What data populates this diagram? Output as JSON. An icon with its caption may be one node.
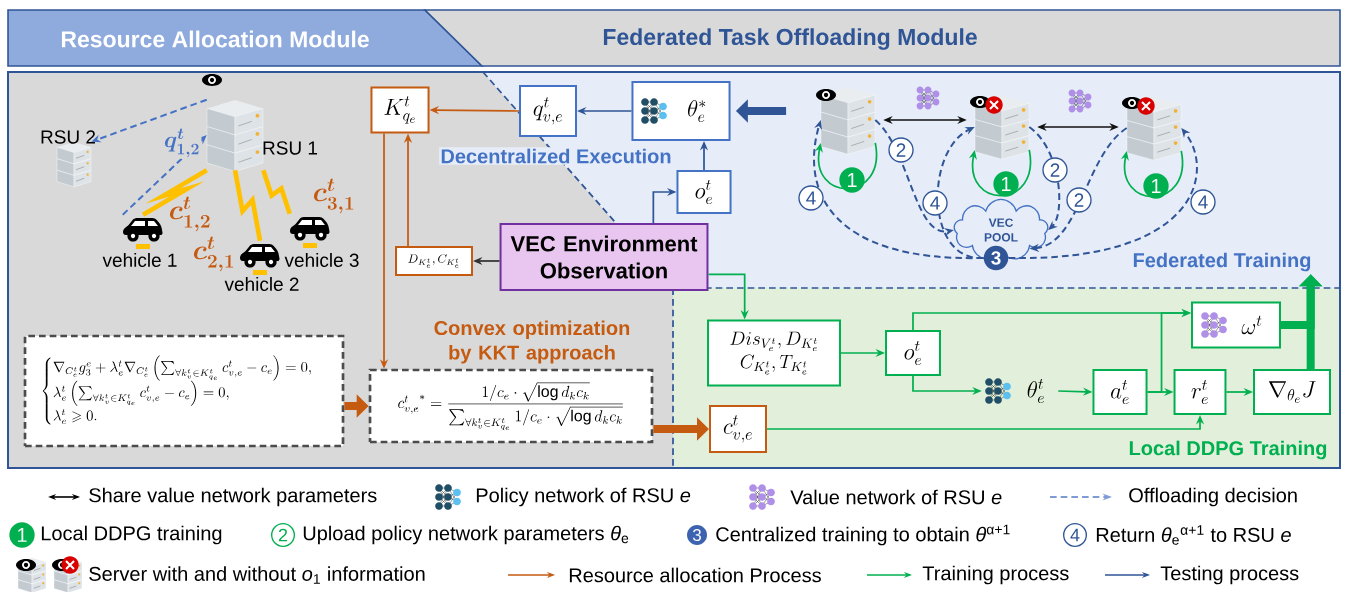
{
  "diagram": {
    "nodes": [
      {
        "text": [
          "Resource Allocation Module"
        ]
      },
      {
        "text": [
          "Federated Task Offloading Module"
        ]
      },
      {
        "text": [],
        "shape": "picture",
        "beside": [
          "RSU 2"
        ]
      },
      {
        "text": [],
        "shape": "picture",
        "beside": [
          "RSU 1"
        ]
      },
      {
        "text": [],
        "shape": "picture",
        "beside": [
          "vehicle 1"
        ]
      },
      {
        "text": [],
        "shape": "picture",
        "beside": [
          "vehicle 2"
        ]
      },
      {
        "text": [],
        "shape": "picture",
        "beside": [
          "vehicle 3"
        ]
      },
      {
        "text": [
          "K^{t}_{q_e}"
        ]
      },
      {
        "text": [
          "q^{t}_{v,e}"
        ]
      },
      {
        "text": [
          "\\theta^{*}_{e}"
        ]
      },
      {
        "text": [
          "o^{t}_{e}"
        ]
      },
      {
        "text": [
          "VEC Environment Observation"
        ]
      },
      {
        "text": [
          "D_{K^t_e}, C_{K^t_e}"
        ]
      },
      {
        "text": [
          "\\begin{cases}\\nabla_{C^t_e} g^e_3+\\lambda^t_e\\nabla_{C^t_e}\\left(\\sum_{\\forall k^t_v\\in K^t_{q_e}} c^t_{v,e}-c_e\\right)=0,\\\\ \\lambda^t_e\\left(\\sum_{\\forall k^t_v\\in K^t_{q_e}} c^t_{v,e}-c_e\\right)=0,\\\\ \\lambda^t_e\\geqslant 0.\\end{cases}"
        ]
      },
      {
        "text": [
          "{c^{t}_{v,e}}^{*}=\\dfrac{1/c_e\\cdot\\sqrt{\\log d_k c_k}}{\\sum_{\\forall k^t_v\\in K^t_{q_e}} 1/c_e\\cdot\\sqrt{\\log d_k c_k}}"
        ]
      },
      {
        "text": [
          "c^{t}_{v,e}"
        ]
      },
      {
        "text": [
          "Dis_{V^t_e}, D_{K^t_e}",
          "C_{K^t_e}, T_{K^t_e}"
        ]
      },
      {
        "text": [
          "o^{t}_{e}"
        ]
      },
      {
        "text": [
          "\\theta^{t}_{e}"
        ]
      },
      {
        "text": [
          "a^{t}_{e}"
        ]
      },
      {
        "text": [
          "r^{t}_{e}"
        ]
      },
      {
        "text": [
          "\\nabla_{\\theta_e} J"
        ]
      },
      {
        "text": [
          "\\omega^{t}"
        ]
      },
      {
        "text": [],
        "shape": "picture"
      },
      {
        "text": [],
        "shape": "picture"
      },
      {
        "text": [],
        "shape": "picture"
      },
      {
        "text": [
          "VEC POOL"
        ]
      },
      {
        "text": [
          "3"
        ]
      },
      {
        "text": [
          "Federated Training"
        ]
      }
    ],
    "edges": [
      {
        "from": 3,
        "to": 2,
        "arrow": "to",
        "label": "q^{t}_{1,2}",
        "style": "dashed",
        "color": "#4472c4"
      },
      {
        "from": 4,
        "to": 3,
        "arrow": "to",
        "style": "dashed",
        "color": "#4472c4"
      },
      {
        "from": 8,
        "to": 7,
        "arrow": "to",
        "color": "#c55a11"
      },
      {
        "from": 12,
        "to": 7,
        "arrow": "to",
        "color": "#c55a11"
      },
      {
        "from": 11,
        "to": 12,
        "arrow": "to",
        "color": "#333333"
      },
      {
        "from": 11,
        "to": 10,
        "arrow": "to",
        "color": "#2f5597"
      },
      {
        "from": 10,
        "to": 9,
        "arrow": "to",
        "color": "#2f5597"
      },
      {
        "from": 9,
        "to": 8,
        "arrow": "to",
        "color": "#2f5597"
      },
      {
        "from": 7,
        "to": 14,
        "arrow": "to",
        "color": "#c55a11"
      },
      {
        "from": 13,
        "to": 14,
        "arrow": "to",
        "style": "thick",
        "color": "#c55a11"
      },
      {
        "from": 14,
        "to": 15,
        "arrow": "to",
        "style": "thick",
        "color": "#c55a11"
      },
      {
        "from": 11,
        "to": 16,
        "arrow": "to"
      },
      {
        "from": 16,
        "to": 17,
        "arrow": "to"
      },
      {
        "from": 17,
        "to": 22,
        "arrow": "to"
      },
      {
        "from": 17,
        "to": 18,
        "arrow": "to"
      },
      {
        "from": 18,
        "to": 19,
        "arrow": "to"
      },
      {
        "from": 19,
        "to": 20,
        "arrow": "to"
      },
      {
        "from": 19,
        "to": 22,
        "arrow": "to"
      },
      {
        "from": 15,
        "to": 20,
        "arrow": "to"
      },
      {
        "from": 20,
        "to": 21,
        "arrow": "to"
      },
      {
        "from": 21,
        "to": 28,
        "arrow": "to",
        "style": "thick"
      },
      {
        "from": 22,
        "to": 28,
        "arrow": "to",
        "style": "thick"
      },
      {
        "from": 23,
        "to": 9,
        "arrow": "to",
        "style": "thick",
        "color": "#2f5597"
      },
      {
        "from": 23,
        "to": 24,
        "arrow": "both",
        "color": "#111111"
      },
      {
        "from": 24,
        "to": 25,
        "arrow": "both",
        "color": "#111111"
      },
      {
        "from": 23,
        "to": 23,
        "arrow": "to",
        "label": "1"
      },
      {
        "from": 24,
        "to": 24,
        "arrow": "to",
        "label": "1"
      },
      {
        "from": 25,
        "to": 25,
        "arrow": "to",
        "label": "1"
      },
      {
        "from": 23,
        "to": 26,
        "arrow": "to",
        "label": "2",
        "style": "dashed",
        "color": "#2f5597"
      },
      {
        "from": 24,
        "to": 26,
        "arrow": "to",
        "label": "2",
        "style": "dashed",
        "color": "#2f5597"
      },
      {
        "from": 25,
        "to": 26,
        "arrow": "to",
        "label": "2",
        "style": "dashed",
        "color": "#2f5597"
      },
      {
        "from": 27,
        "to": 23,
        "arrow": "to",
        "label": "4",
        "style": "dashed",
        "color": "#2f5597"
      },
      {
        "from": 27,
        "to": 24,
        "arrow": "to",
        "label": "4",
        "style": "dashed",
        "color": "#2f5597"
      },
      {
        "from": 27,
        "to": 25,
        "arrow": "to",
        "label": "4",
        "style": "dashed",
        "color": "#2f5597"
      },
      {
        "from": 4,
        "to": 3,
        "arrow": "none",
        "label": "c^{t}_{1,2}",
        "style": "thick",
        "color": "#ffc000"
      },
      {
        "from": 5,
        "to": 3,
        "arrow": "none",
        "label": "c^{t}_{2,1}",
        "style": "thick",
        "color": "#ffc000"
      },
      {
        "from": 6,
        "to": 3,
        "arrow": "none",
        "label": "c^{t}_{3,1}",
        "style": "thick",
        "color": "#ffc000"
      }
    ],
    "labels": [
      "Decentralized Execution",
      "Convex optimization by KKT approach",
      "Local DDPG Training",
      "1",
      "2",
      "3",
      "4"
    ],
    "legend": [
      {
        "text": "Share value network parameters"
      },
      {
        "text": "Policy network of RSU *e*"
      },
      {
        "text": "Value network of RSU *e*"
      },
      {
        "text": "Offloading decision"
      },
      {
        "text": "Local DDPG training"
      },
      {
        "text": "Upload policy network parameters *θ*$_{e}$"
      },
      {
        "text": "Centralized training to obtain *θ*$^{α+1}$"
      },
      {
        "text": "Return *θ*$_{e}$$^{α+1}$ to RSU *e*"
      },
      {
        "text": "Server with and without *o*$_{1}$ information"
      },
      {
        "text": "Resource allocation Process"
      },
      {
        "text": "Training process"
      },
      {
        "text": "Testing process"
      }
    ]
  }
}
